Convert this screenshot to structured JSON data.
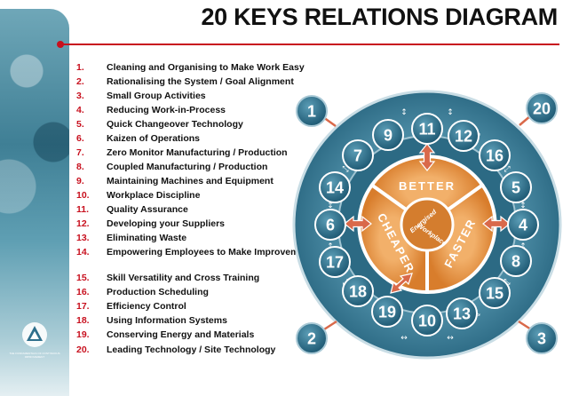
{
  "title": "20 KEYS RELATIONS DIAGRAM",
  "keys": [
    {
      "num": "1.",
      "label": "Cleaning and Organising to Make Work Easy"
    },
    {
      "num": "2.",
      "label": "Rationalising the System / Goal Alignment"
    },
    {
      "num": "3.",
      "label": "Small Group Activities"
    },
    {
      "num": "4.",
      "label": "Reducing Work-in-Process"
    },
    {
      "num": "5.",
      "label": "Quick Changeover Technology"
    },
    {
      "num": "6.",
      "label": "Kaizen of Operations"
    },
    {
      "num": "7.",
      "label": "Zero Monitor Manufacturing / Production"
    },
    {
      "num": "8.",
      "label": "Coupled Manufacturing / Production"
    },
    {
      "num": "9.",
      "label": "Maintaining Machines and Equipment"
    },
    {
      "num": "10.",
      "label": "Workplace Discipline"
    },
    {
      "num": "11.",
      "label": "Quality Assurance"
    },
    {
      "num": "12.",
      "label": "Developing your Suppliers"
    },
    {
      "num": "13.",
      "label": "Eliminating Waste"
    },
    {
      "num": "14.",
      "label": "Empowering Employees to Make Improvements"
    },
    {
      "num": "15.",
      "label": "Skill Versatility and Cross Training"
    },
    {
      "num": "16.",
      "label": "Production Scheduling"
    },
    {
      "num": "17.",
      "label": "Efficiency Control"
    },
    {
      "num": "18.",
      "label": "Using Information Systems"
    },
    {
      "num": "19.",
      "label": "Conserving Energy and Materials"
    },
    {
      "num": "20.",
      "label": "Leading Technology / Site Technology"
    }
  ],
  "diagram": {
    "segments": [
      "BETTER",
      "CHEAPER",
      "FASTER"
    ],
    "center_lines": [
      "Energised",
      "Workplace"
    ],
    "ring_nodes": [
      "11",
      "12",
      "16",
      "5",
      "4",
      "8",
      "15",
      "13",
      "10",
      "19",
      "18",
      "17",
      "6",
      "14",
      "7",
      "9"
    ],
    "corner_nodes": [
      "1",
      "20",
      "3",
      "2"
    ]
  },
  "colors": {
    "accent_red": "#c8101e",
    "ring_blue": "#3d7c96",
    "node_blue": "#2e6f8c",
    "segment_orange": "#e08a3c",
    "arrow_orange": "#d9694a"
  },
  "side_caption": "THE FUNDAMENTALS OF CONTINUOUS IMPROVEMENT"
}
